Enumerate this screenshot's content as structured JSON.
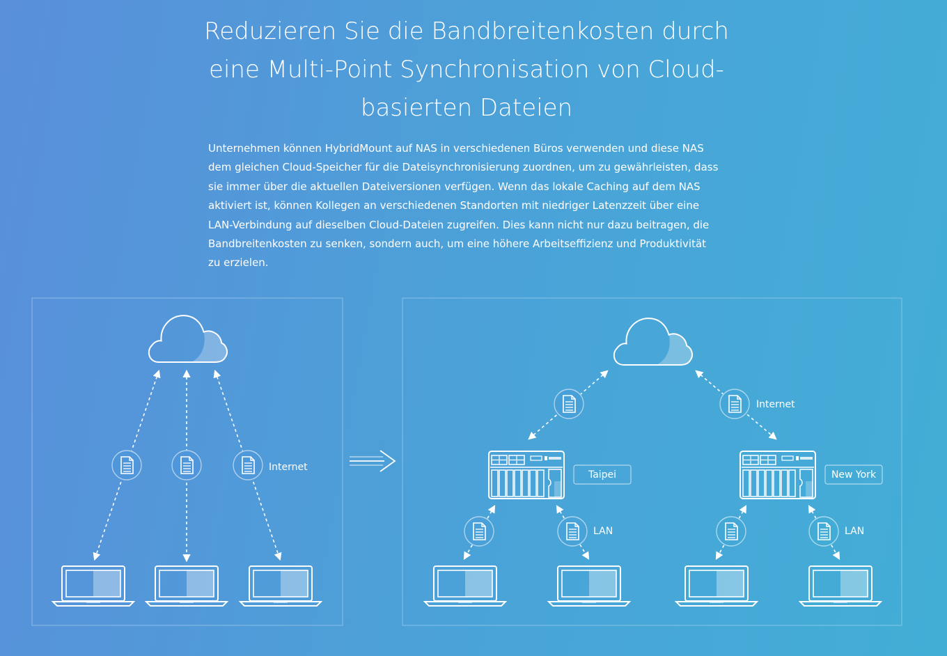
{
  "headline": {
    "line1": "Reduzieren Sie die Bandbreitenkosten durch",
    "line2": "eine Multi-Point Synchronisation von Cloud-",
    "line3": "basierten Dateien"
  },
  "body": {
    "lines": [
      "Unternehmen können HybridMount auf NAS in verschiedenen Büros verwenden und diese NAS",
      "dem gleichen Cloud-Speicher für die Dateisynchronisierung zuordnen, um zu gewährleisten, dass",
      "sie immer über die aktuellen Dateiversionen verfügen. Wenn das lokale Caching auf dem NAS",
      "aktiviert ist, können Kollegen an verschiedenen Standorten mit niedriger Latenzzeit über eine",
      "LAN-Verbindung auf dieselben Cloud-Dateien zugreifen. Dies kann nicht nur dazu beitragen, die",
      "Bandbreitenkosten zu senken, sondern auch, um eine höhere Arbeitseffizienz und Produktivität",
      "zu erzielen."
    ]
  },
  "left_diagram": {
    "internet_label": "Internet"
  },
  "right_diagram": {
    "internet_label": "Internet",
    "site_taipei": "Taipei",
    "site_newyork": "New York",
    "lan_left": "LAN",
    "lan_right": "LAN"
  },
  "colors": {
    "bg_start": "#5a8fda",
    "bg_end": "#42aed6",
    "line": "#ffffff"
  },
  "icons": [
    "cloud-icon",
    "document-icon",
    "laptop-icon",
    "nas-device-icon",
    "arrow-right-icon"
  ]
}
